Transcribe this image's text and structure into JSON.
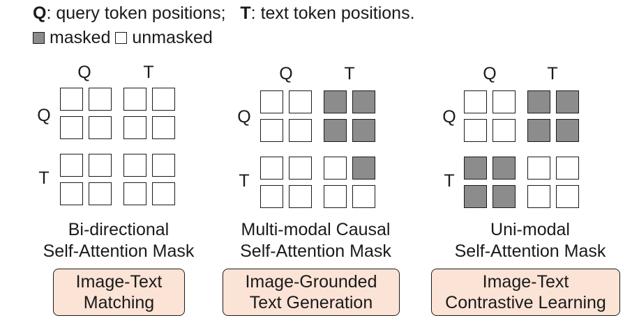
{
  "legend": {
    "q_key": "Q",
    "q_desc": ": query token positions;",
    "t_key": "T",
    "t_desc": ": text token positions.",
    "masked_label": "masked",
    "unmasked_label": "unmasked",
    "masked_color": "#8c8c8c",
    "unmasked_color": "#ffffff"
  },
  "panels": [
    {
      "col_q": "Q",
      "col_t": "T",
      "row_q": "Q",
      "row_t": "T",
      "mask": [
        [
          0,
          0,
          0,
          0
        ],
        [
          0,
          0,
          0,
          0
        ],
        [
          0,
          0,
          0,
          0
        ],
        [
          0,
          0,
          0,
          0
        ]
      ],
      "title_line1": "Bi-directional",
      "title_line2": "Self-Attention Mask",
      "task_line1": "Image-Text",
      "task_line2": "Matching"
    },
    {
      "col_q": "Q",
      "col_t": "T",
      "row_q": "Q",
      "row_t": "T",
      "mask": [
        [
          0,
          0,
          1,
          1
        ],
        [
          0,
          0,
          1,
          1
        ],
        [
          0,
          0,
          0,
          1
        ],
        [
          0,
          0,
          0,
          0
        ]
      ],
      "title_line1": "Multi-modal Causal",
      "title_line2": "Self-Attention Mask",
      "task_line1": "Image-Grounded",
      "task_line2": "Text Generation"
    },
    {
      "col_q": "Q",
      "col_t": "T",
      "row_q": "Q",
      "row_t": "T",
      "mask": [
        [
          0,
          0,
          1,
          1
        ],
        [
          0,
          0,
          1,
          1
        ],
        [
          1,
          1,
          0,
          0
        ],
        [
          1,
          1,
          0,
          0
        ]
      ],
      "title_line1": "Uni-modal",
      "title_line2": "Self-Attention Mask",
      "task_line1": "Image-Text",
      "task_line2": "Contrastive Learning"
    }
  ],
  "task_box_color": "#fbe3d6"
}
